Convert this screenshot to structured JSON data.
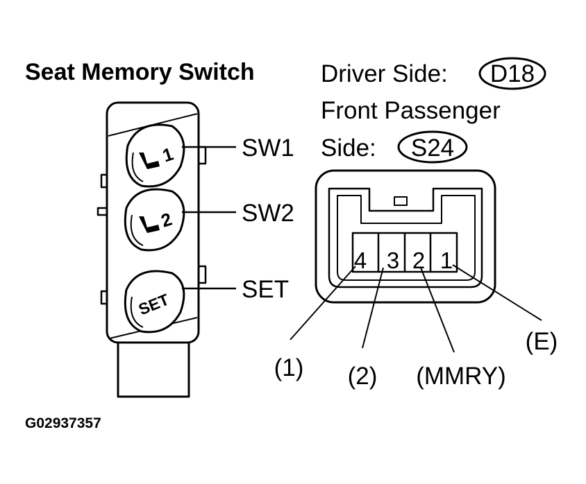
{
  "title": "Seat Memory Switch",
  "driver_side": {
    "label": "Driver Side:",
    "code": "D18"
  },
  "passenger_side": {
    "line1": "Front Passenger",
    "label": "Side:",
    "code": "S24"
  },
  "switch_buttons": [
    {
      "glyph": "1",
      "label": "SW1"
    },
    {
      "glyph": "2",
      "label": "SW2"
    },
    {
      "glyph": "SET",
      "label": "SET"
    }
  ],
  "connector_pins": [
    {
      "number": "4",
      "terminal": "(1)"
    },
    {
      "number": "3",
      "terminal": "(2)"
    },
    {
      "number": "2",
      "terminal": "(MMRY)"
    },
    {
      "number": "1",
      "terminal": "(E)"
    }
  ],
  "figure_code": "G02937357"
}
